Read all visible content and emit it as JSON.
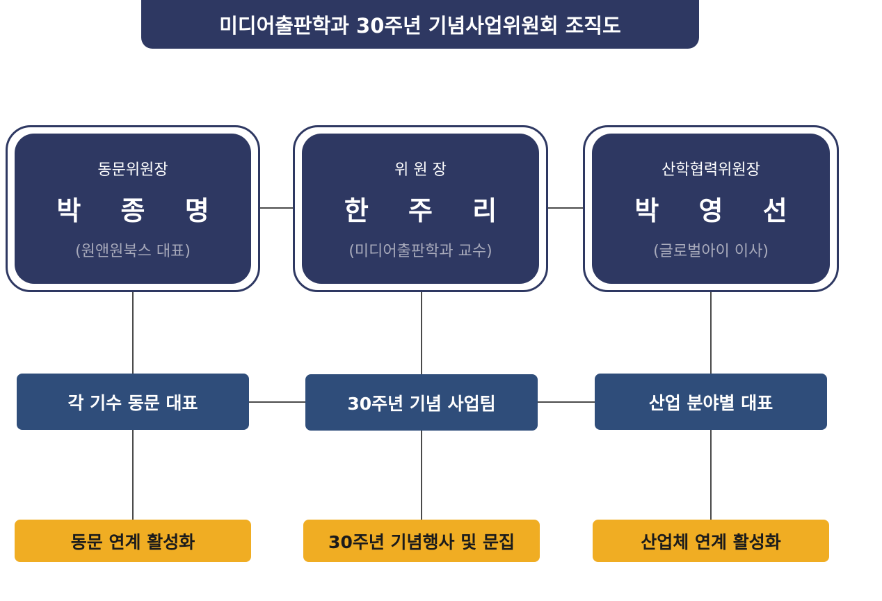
{
  "title": "미디어출판학과 30주년 기념사업위원회 조직도",
  "leaders": [
    {
      "role": "동문위원장",
      "name": "박 종 명",
      "affiliation": "(원앤원북스 대표)"
    },
    {
      "role": "위 원 장",
      "name": "한 주 리",
      "affiliation": "(미디어출판학과 교수)"
    },
    {
      "role": "산학협력위원장",
      "name": "박 영 선",
      "affiliation": "(글로벌아이 이사)"
    }
  ],
  "teams": [
    "각 기수 동문 대표",
    "30주년 기념 사업팀",
    "산업 분야별 대표"
  ],
  "tasks": [
    "동문 연계 활성화",
    "30주년 기념행사 및 문집",
    "산업체 연계 활성화"
  ],
  "colors": {
    "navy": "#2e3862",
    "team_blue": "#2f4d7a",
    "task_yellow": "#f0ad23",
    "affiliation_gray": "#a8aabb"
  }
}
